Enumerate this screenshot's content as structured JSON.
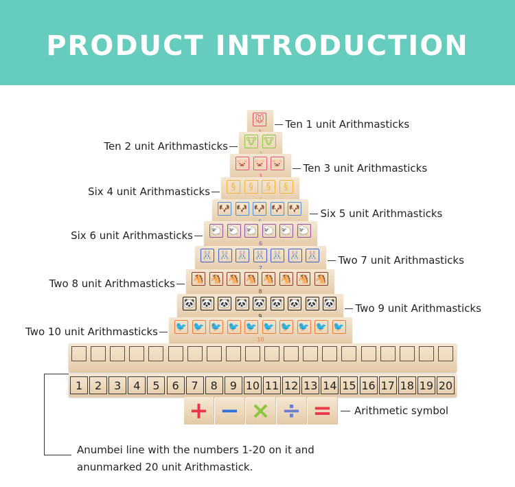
{
  "banner": {
    "title": "PRODUCT INTRODUCTION",
    "color": "#66ccbd"
  },
  "sticks": [
    {
      "number": "1",
      "count": 1,
      "label": "Ten 1 unit Arithmasticks",
      "side": "right",
      "color": "#e0506a",
      "icon": "mouse-icon",
      "glyph": "🐭"
    },
    {
      "number": "2",
      "count": 2,
      "label": "Ten 2 unit Arithmasticks",
      "side": "left",
      "color": "#8cc63f",
      "icon": "cow-icon",
      "glyph": "🐮"
    },
    {
      "number": "3",
      "count": 3,
      "label": "Ten 3 unit Arithmasticks",
      "side": "right",
      "color": "#e8557a",
      "icon": "pig-icon",
      "glyph": "🐷"
    },
    {
      "number": "4",
      "count": 4,
      "label": "Six 4 unit Arithmasticks",
      "side": "left",
      "color": "#f2b53a",
      "icon": "snake-icon",
      "glyph": "§"
    },
    {
      "number": "5",
      "count": 5,
      "label": "Six 5 unit Arithmasticks",
      "side": "right",
      "color": "#4a90d9",
      "icon": "dog-icon",
      "glyph": "🐶"
    },
    {
      "number": "6",
      "count": 6,
      "label": "Six 6 unit Arithmasticks",
      "side": "left",
      "color": "#8e4fa8",
      "icon": "sheep-icon",
      "glyph": "🐑"
    },
    {
      "number": "7",
      "count": 7,
      "label": "Two 7 unit Arithmasticks",
      "side": "right",
      "color": "#3f5fc4",
      "icon": "rabbit-icon",
      "glyph": "🐰"
    },
    {
      "number": "8",
      "count": 8,
      "label": "Two 8 unit Arithmasticks",
      "side": "left",
      "color": "#8a3a2a",
      "icon": "horse-icon",
      "glyph": "🐴"
    },
    {
      "number": "9",
      "count": 9,
      "label": "Two 9 unit Arithmasticks",
      "side": "right",
      "color": "#222222",
      "icon": "panda-icon",
      "glyph": "🐼"
    },
    {
      "number": "10",
      "count": 10,
      "label": "Two 10 unit Arithmasticks",
      "side": "left",
      "color": "#f07a3a",
      "icon": "bird-icon",
      "glyph": "🐦"
    }
  ],
  "number_line": {
    "numbers": [
      "1",
      "2",
      "3",
      "4",
      "5",
      "6",
      "7",
      "8",
      "9",
      "10",
      "11",
      "12",
      "13",
      "14",
      "15",
      "16",
      "17",
      "18",
      "19",
      "20"
    ]
  },
  "symbols": {
    "items": [
      {
        "glyph": "+",
        "color": "#e8364a"
      },
      {
        "glyph": "−",
        "color": "#2f6fd6"
      },
      {
        "glyph": "×",
        "color": "#8cc63f"
      },
      {
        "glyph": "÷",
        "color": "#6a7fd0"
      },
      {
        "glyph": "=",
        "color": "#e8364a"
      }
    ],
    "label": "Arithmetic symbol"
  },
  "bottom_note": {
    "line1": "Anumbei line with the numbers 1-20 on it and",
    "line2": "anunmarked 20 unit Arithmastick."
  }
}
